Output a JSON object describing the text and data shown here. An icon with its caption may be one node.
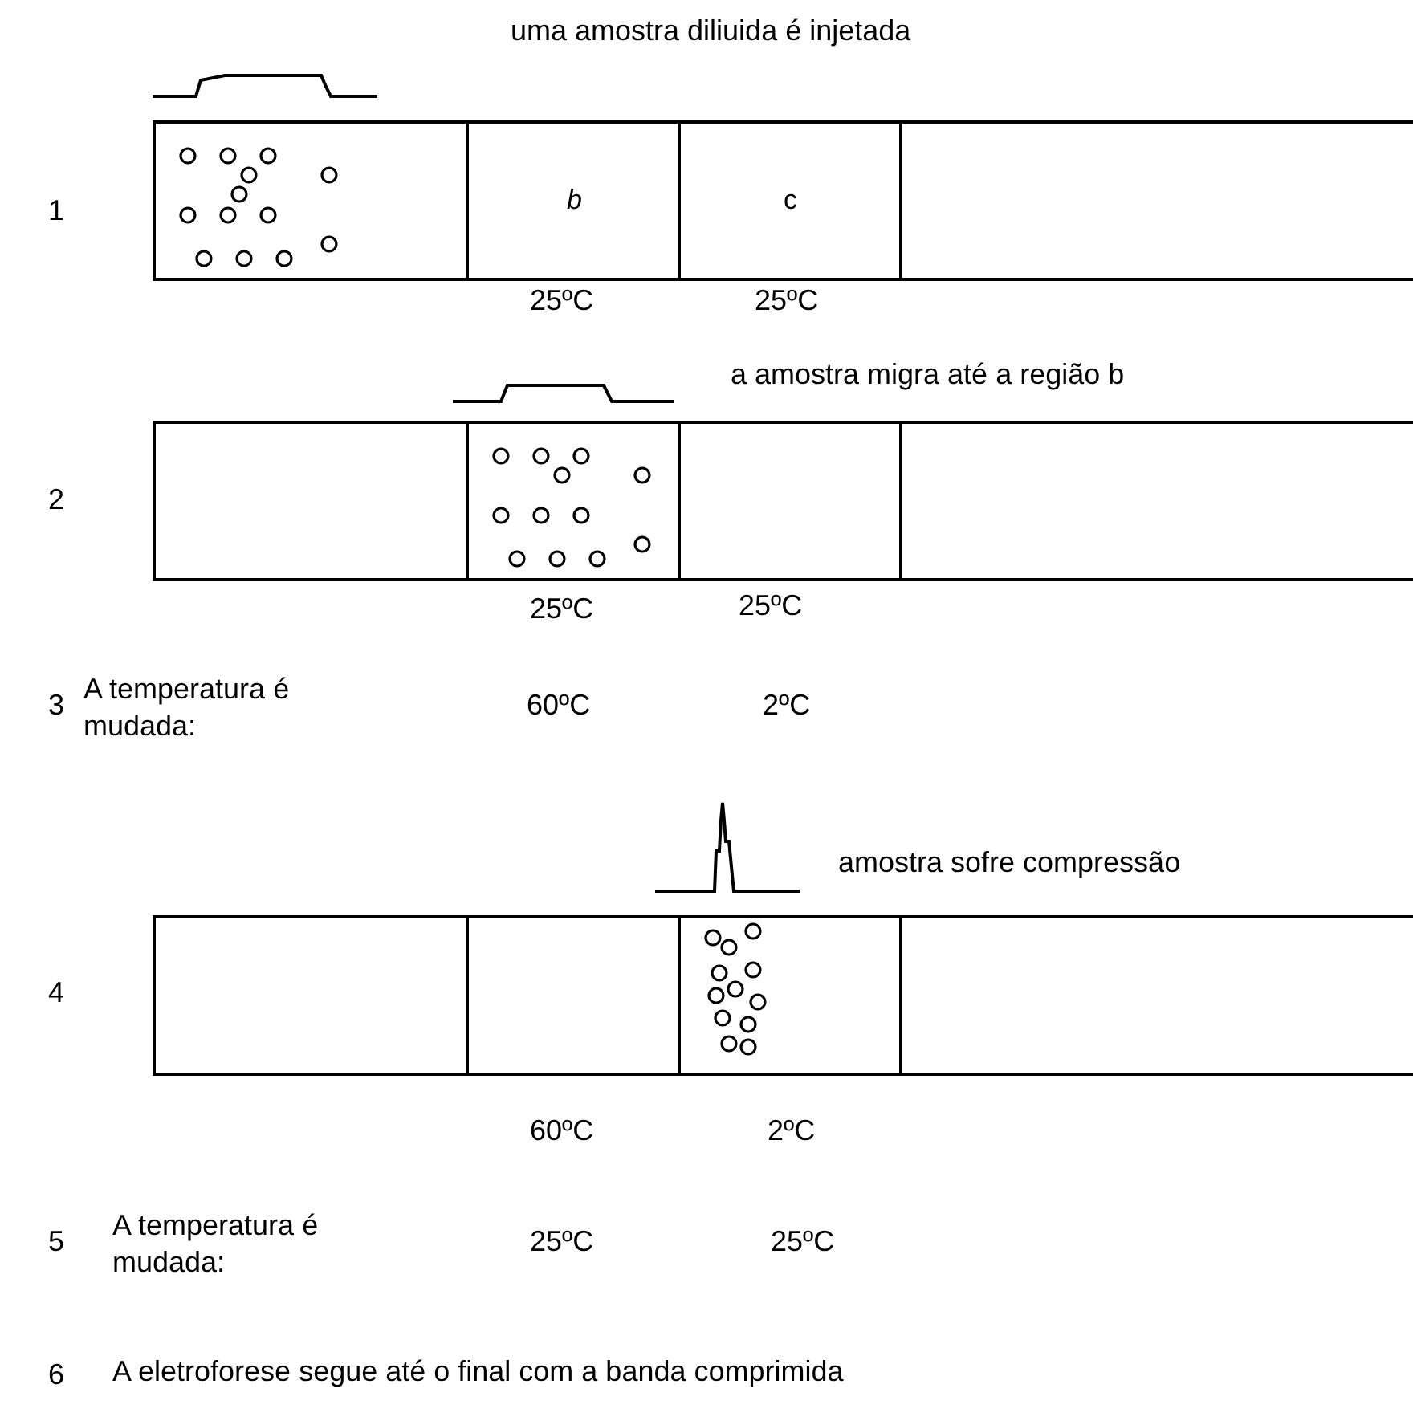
{
  "diagram": {
    "nodes": [
      {
        "text": [],
        "shape": "box"
      },
      {
        "text": [
          "b"
        ]
      },
      {
        "text": [
          "c"
        ]
      },
      {
        "text": [],
        "shape": "box"
      },
      {
        "text": [],
        "shape": "box"
      },
      {
        "text": [],
        "shape": "box"
      },
      {
        "text": [],
        "shape": "box"
      },
      {
        "text": [],
        "shape": "box"
      },
      {
        "text": [],
        "shape": "box"
      },
      {
        "text": [],
        "shape": "box"
      },
      {
        "text": [],
        "shape": "box"
      },
      {
        "text": [],
        "shape": "box"
      }
    ],
    "labels": [
      "uma amostra diliuida é injetada",
      "1",
      "25ºC",
      "25ºC",
      "a amostra migra até a região b",
      "2",
      "25ºC",
      "25ºC",
      "3",
      "A temperatura é mudada:",
      "60ºC",
      "2ºC",
      "amostra sofre compressão",
      "4",
      "60ºC",
      "2ºC",
      "5",
      "A temperatura é mudada:",
      "25ºC",
      "25ºC",
      "6",
      "A eletroforese segue até o final com a banda comprimida"
    ]
  }
}
